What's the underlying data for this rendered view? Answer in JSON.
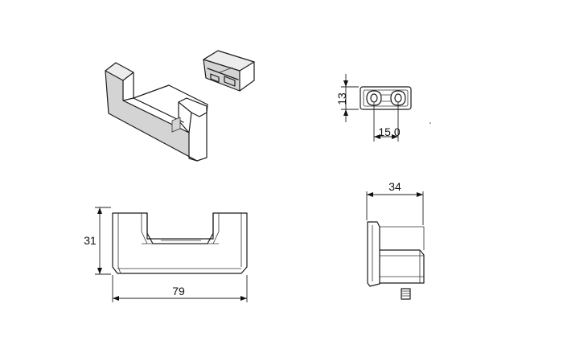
{
  "dimensions": {
    "height_top": "13",
    "hole_spacing": "15.0",
    "height_front": "31",
    "width_front": "79",
    "depth_side": "34"
  }
}
